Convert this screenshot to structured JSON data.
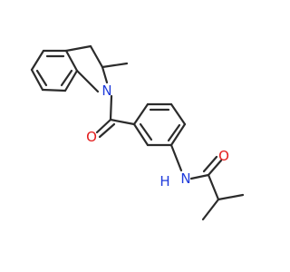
{
  "molecule": {
    "atom_labels": [
      {
        "id": "n-indoline",
        "text": "N",
        "color": "#1f3bdb"
      },
      {
        "id": "o-ketone",
        "text": "O",
        "color": "#e31b1b"
      },
      {
        "id": "n-amide",
        "text": "N",
        "color": "#1f3bdb"
      },
      {
        "id": "h-amide",
        "text": "H",
        "color": "#1f3bdb"
      },
      {
        "id": "o-amide",
        "text": "O",
        "color": "#e31b1b"
      }
    ],
    "bond_color": "#2b2b2b",
    "background": "#ffffff"
  }
}
